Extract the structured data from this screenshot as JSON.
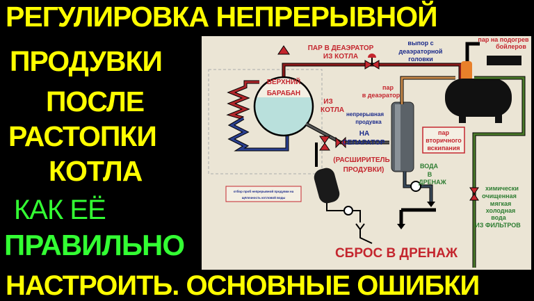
{
  "title": {
    "line1": "РЕГУЛИРОВКА НЕПРЕРЫВНОЙ",
    "line2": "ПРОДУВКИ",
    "line3": "ПОСЛЕ",
    "line4": "РАСТОПКИ",
    "line5": "КОТЛА",
    "line6": "КАК ЕЁ",
    "line7": "ПРАВИЛЬНО",
    "line8": "НАСТРОИТЬ. ОСНОВНЫЕ ОШИБКИ"
  },
  "diagram": {
    "steam_to_deaerator": [
      "ПАР В ДЕАЭРАТОР",
      "ИЗ КОТЛА"
    ],
    "vent": [
      "выпор с",
      "деаэраторной",
      "головки"
    ],
    "boiler_heating": [
      "пар на подогрев",
      "бойлеров"
    ],
    "drum": [
      "ВЕРХНИЙ",
      "БАРАБАН"
    ],
    "from_boiler": [
      "ИЗ",
      "КОТЛА"
    ],
    "blowdown": [
      "непрерывная",
      "продувка"
    ],
    "to_separator": [
      "НА",
      "СЕПАРАТОР"
    ],
    "steam_deaerator": [
      "пар",
      "в деаэратор"
    ],
    "flash_steam": [
      "пар",
      "вторичного",
      "вскипания"
    ],
    "expander": [
      "(РАСШИРИТЕЛЬ",
      "ПРОДУВКИ)"
    ],
    "water_drain": [
      "ВОДА",
      "В",
      "ДРЕНАЖ"
    ],
    "chem_water": [
      "химически",
      "очищенная",
      "мягкая",
      "холодная",
      "вода",
      "ИЗ ФИЛЬТРОВ"
    ],
    "sample_note": [
      "отбор проб непрерывной продувки на",
      "щёлочность котловой воды"
    ],
    "drain_discharge": "СБРОС В ДРЕНАЖ"
  },
  "colors": {
    "yellow": "#ffff00",
    "green": "#33ff33",
    "red": "#c4262e",
    "blue": "#1a2a8a",
    "dgreen": "#2e7d32",
    "bg": "#ebe5d5"
  }
}
